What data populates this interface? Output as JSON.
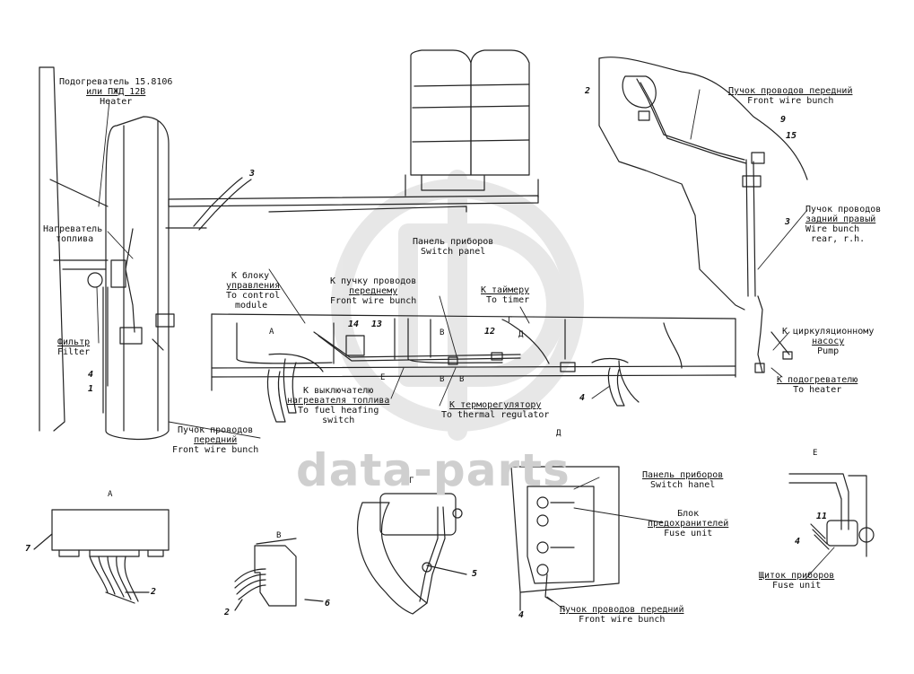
{
  "watermark": "data-parts",
  "labels": {
    "heater": [
      "Подогреватель 15.8106",
      "или ПЖД 12В",
      "Heater"
    ],
    "fuel_heater": [
      "Нагреватель",
      "топлива"
    ],
    "filter": [
      "Фильтр",
      "Filter"
    ],
    "front_bunch_left": [
      "Пучок проводов",
      "передний",
      "Front wire bunch"
    ],
    "switch_panel_top": [
      "Панель приборов",
      "Switch panel"
    ],
    "control_module": [
      "К блоку",
      "управления",
      "To control",
      "module"
    ],
    "front_bunch_mid": [
      "К пучку проводов",
      "переднему",
      "Front wire bunch"
    ],
    "timer": [
      "К таймеру",
      "To timer"
    ],
    "fuel_switch": [
      "К выключателю",
      "нагревателя топлива",
      "To fuel heafing",
      "switch"
    ],
    "thermal": [
      "К терморегулятору",
      "To thermal regulator"
    ],
    "front_bunch_right": [
      "Пучок проводов передний",
      "Front wire bunch"
    ],
    "rear_bunch": [
      "Пучок проводов",
      "задний правый",
      "Wire bunch",
      "rear, r.h."
    ],
    "pump": [
      "К циркуляционному",
      "насосу",
      "Pump"
    ],
    "to_heater": [
      "К подогревателю",
      "To heater"
    ],
    "switch_hanel": [
      "Панель приборов",
      "Switch hanel"
    ],
    "fuse_unit": [
      "Блок",
      "предохранителей",
      "Fuse unit"
    ],
    "front_bunch_bottom": [
      "Пучок проводов передний",
      "Front wire bunch"
    ],
    "shield": [
      "Щиток приборов",
      "Fuse unit"
    ]
  },
  "numbers": {
    "n3a": "3",
    "n4a": "4",
    "n1": "1",
    "n2a": "2",
    "n9": "9",
    "n15": "15",
    "n3b": "3",
    "n14": "14",
    "n13": "13",
    "n12": "12",
    "n4b": "4",
    "n7": "7",
    "n2b": "2",
    "n2c": "2",
    "n6": "6",
    "n5": "5",
    "n4c": "4",
    "n4d": "4",
    "n11": "11"
  },
  "sections": {
    "A": "А",
    "B": "В",
    "G": "Г",
    "D": "Д",
    "E": "Е",
    "arrowA": "А",
    "arrowB1": "В",
    "arrowB2": "В",
    "arrowB3": "В",
    "arrowE": "Е",
    "arrowG": "Г",
    "arrowD": "Д"
  }
}
